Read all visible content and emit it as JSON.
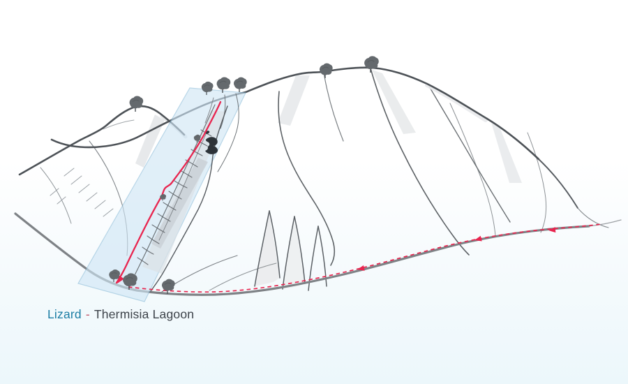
{
  "caption": {
    "route_name": "Lizard",
    "separator": "-",
    "location": "Thermisia Lagoon"
  },
  "colors": {
    "background_top": "#ffffff",
    "background_bottom": "#ecf7fb",
    "route_red": "#e8254f",
    "overlay_fill": "#cfe6f5",
    "overlay_border": "#8fbeda",
    "mountain_dark": "#4d5257",
    "mountain_mid": "#6e7478",
    "road_gray": "#7e8286",
    "tree_gray": "#64696d",
    "cave_dark": "#2d3339",
    "route_name_color": "#1b7da4",
    "separator_color": "#c2576a",
    "location_color": "#3c4249"
  },
  "icons": {
    "tree": "tree-icon",
    "cave": "cave-icon",
    "trail_arrow": "trail-arrow-icon",
    "route_arrow": "route-arrow-icon"
  },
  "diagram": {
    "kind": "climbing-route-topo",
    "route": {
      "style": "solid",
      "color": "#e8254f"
    },
    "approach_trail": {
      "style": "dashed",
      "color": "#e8254f",
      "direction": "right-to-left"
    },
    "highlight": {
      "shape": "parallelogram",
      "purpose": "route-corridor"
    }
  }
}
